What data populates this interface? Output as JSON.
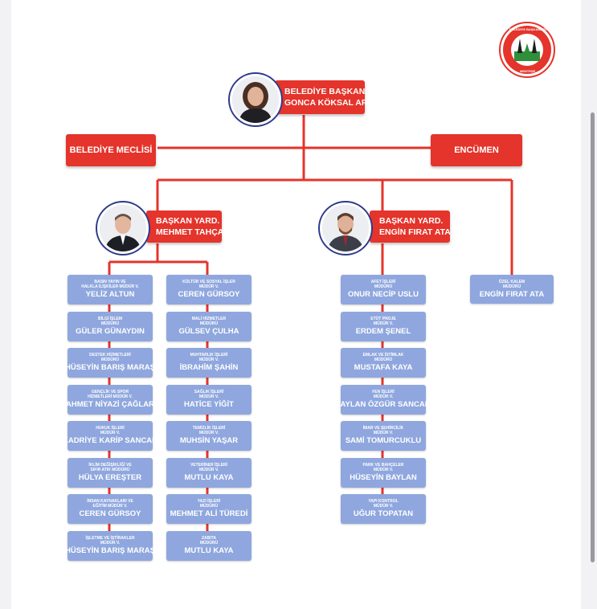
{
  "logo": {
    "top_text": "BELEDİYE BAŞKANLIĞI",
    "bottom_text": "MENTEŞE"
  },
  "mayor": {
    "title": "BELEDİYE BAŞKANI",
    "name": "GONCA KÖKSAL ARAS"
  },
  "council": "BELEDİYE MECLİSİ",
  "committee": "ENCÜMEN",
  "deputies": [
    {
      "title": "BAŞKAN YARD.",
      "name": "MEHMET TAHÇA"
    },
    {
      "title": "BAŞKAN YARD.",
      "name": "ENGİN FIRAT ATA"
    }
  ],
  "special": {
    "title": "ÖZEL KALEM\nMÜDÜRÜ",
    "name": "ENGİN FIRAT ATA"
  },
  "col1": [
    {
      "title": "BASIN YAYIN VE\nHALKLA İLİŞKİLER MÜDÜR V.",
      "name": "YELİZ ALTUN"
    },
    {
      "title": "BİLGİ İŞLEM\nMÜDÜRÜ",
      "name": "GÜLER GÜNAYDIN"
    },
    {
      "title": "DESTEK HİZMETLERİ\nMÜDÜRÜ",
      "name": "HÜSEYİN BARIŞ MARAŞ"
    },
    {
      "title": "GENÇLİK VE SPOR\nHİZMETLERİ MÜDÜR V.",
      "name": "AHMET NİYAZİ ÇAĞLAR"
    },
    {
      "title": "HUKUK İŞLERİ\nMÜDÜR V.",
      "name": "KADRİYE KARİP  SANCAK"
    },
    {
      "title": "İKLİM DEĞİŞİKLİĞİ VE\nSIFIR ATIK MÜDÜRÜ",
      "name": "HÜLYA EREŞTER"
    },
    {
      "title": "İNSAN KAYNAKLARI VE\nEĞİTİM MÜDÜR V.",
      "name": "CEREN GÜRSOY"
    },
    {
      "title": "İŞLETME VE İŞTİRAKLER\nMÜDÜR V.",
      "name": "HÜSEYİN BARIŞ MARAŞ"
    }
  ],
  "col2": [
    {
      "title": "KÜLTÜR VE SOSYAL İŞLER\nMÜDÜR V.",
      "name": "CEREN GÜRSOY"
    },
    {
      "title": "MALİ HİZMETLER\nMÜDÜRÜ",
      "name": "GÜLSEV ÇULHA"
    },
    {
      "title": "MUHTARLIK İŞLERİ\nMÜDÜR V.",
      "name": "İBRAHİM ŞAHİN"
    },
    {
      "title": "SAĞLIK İŞLERİ\nMÜDÜR V.",
      "name": "HATİCE YİĞİT"
    },
    {
      "title": "TEMİZLİK İŞLERİ\nMÜDÜR V.",
      "name": "MUHSİN YAŞAR"
    },
    {
      "title": "VETERİNER İŞLERİ\nMÜDÜR V.",
      "name": "MUTLU KAYA"
    },
    {
      "title": "YAZI İŞLERİ\nMÜDÜRÜ",
      "name": "MEHMET ALİ TÜREDİ"
    },
    {
      "title": "ZABITA\nMÜDÜRÜ",
      "name": "MUTLU KAYA"
    }
  ],
  "col3": [
    {
      "title": "AFET İŞLERİ\nMÜDÜRÜ",
      "name": "ONUR NECİP USLU"
    },
    {
      "title": "ETÜT PROJE\nMÜDÜR V.",
      "name": "ERDEM ŞENEL"
    },
    {
      "title": "EMLAK VE İSTİMLAK\nMÜDÜRÜ",
      "name": "MUSTAFA KAYA"
    },
    {
      "title": "FEN İŞLERİ\nMÜDÜR V.",
      "name": "TAYLAN ÖZGÜR SANCAK"
    },
    {
      "title": "İMAR VE ŞEHİRCİLİK\nMÜDÜR V.",
      "name": "SAMİ TOMURCUKLU"
    },
    {
      "title": "PARK VE BAHÇELER\nMÜDÜR V.",
      "name": "HÜSEYİN BAYLAN"
    },
    {
      "title": "YAPI KONTROL\nMÜDÜR V.",
      "name": "UĞUR TOPATAN"
    }
  ],
  "colors": {
    "red": "#e4342b",
    "blue": "#8fa7de",
    "navy": "#2e3a8c"
  }
}
